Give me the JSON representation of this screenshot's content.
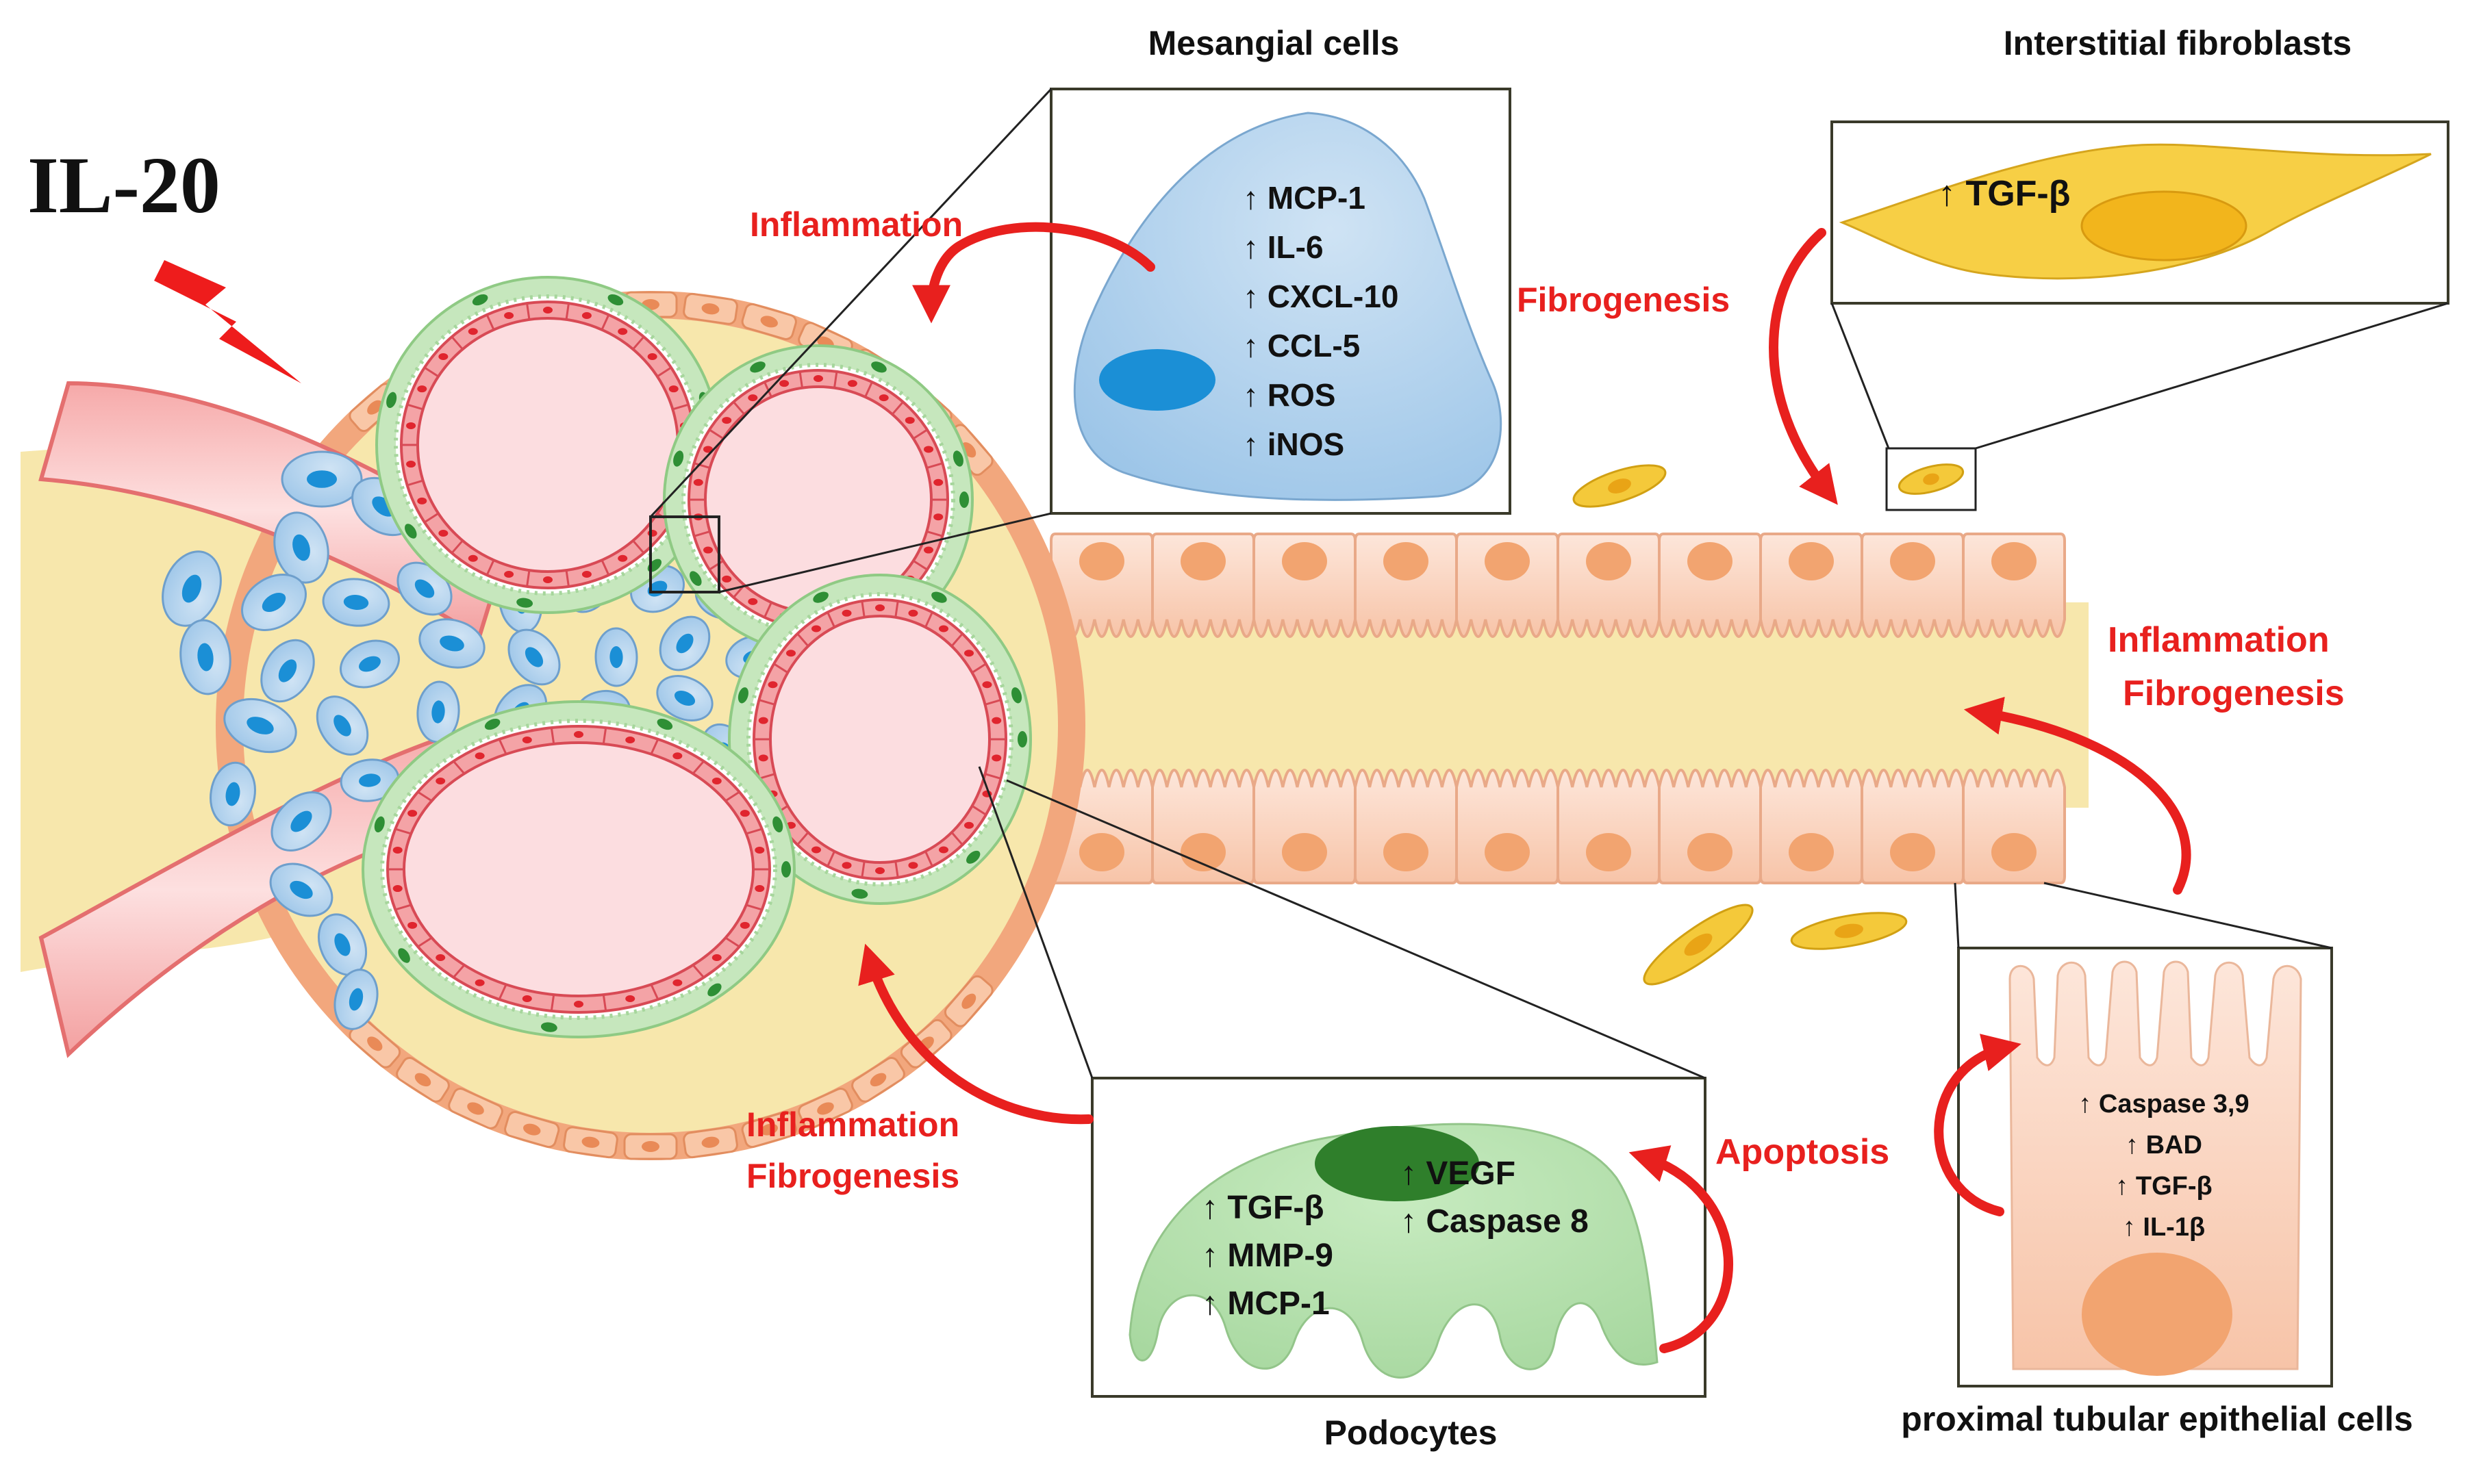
{
  "title": "IL-20",
  "panels": {
    "mesangial": {
      "heading": "Mesangial cells",
      "markers": [
        "↑ MCP-1",
        "↑ IL-6",
        "↑ CXCL-10",
        "↑ CCL-5",
        "↑ ROS",
        "↑ iNOS"
      ]
    },
    "fibroblast": {
      "heading": "Interstitial fibroblasts",
      "markers": [
        "↑ TGF-β"
      ]
    },
    "podocyte": {
      "heading": "Podocytes",
      "markers_left": [
        "↑ TGF-β",
        "↑ MMP-9",
        "↑ MCP-1"
      ],
      "markers_right": [
        "↑ VEGF",
        "↑ Caspase 8"
      ]
    },
    "tubular": {
      "heading": "proximal tubular epithelial cells",
      "markers": [
        "↑ Caspase 3,9",
        "↑ BAD",
        "↑ TGF-β",
        "↑ IL-1β"
      ]
    }
  },
  "effects": {
    "glom_top": "Inflammation",
    "glom_bottom": [
      "Inflammation",
      "Fibrogenesis"
    ],
    "fibroblast": "Fibrogenesis",
    "tubule": [
      "Inflammation",
      "Fibrogenesis"
    ],
    "podocyte": "Apoptosis"
  },
  "colors": {
    "effect_red": "#e8201e",
    "mesangial_blue": "#a9cdea",
    "nucleus_blue": "#1b8fd6",
    "fibroblast_yellow": "#f2c630",
    "podocyte_green": "#b5dfae",
    "tubule_peach": "#f9d2bd",
    "capsule_tan": "#f7e7ac"
  }
}
